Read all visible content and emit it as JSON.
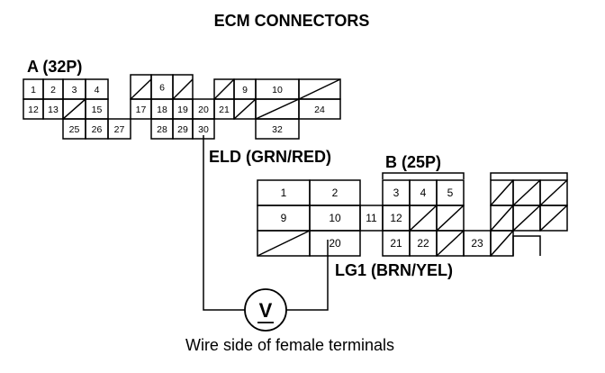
{
  "title": "ECM CONNECTORS",
  "connector_a": {
    "label": "A (32P)",
    "pins": [
      "1",
      "2",
      "3",
      "4",
      "6",
      "9",
      "10",
      "12",
      "13",
      "15",
      "17",
      "18",
      "19",
      "20",
      "21",
      "24",
      "25",
      "26",
      "27",
      "28",
      "29",
      "30",
      "32"
    ]
  },
  "connector_b": {
    "label": "B (25P)",
    "pins": [
      "1",
      "2",
      "3",
      "4",
      "5",
      "9",
      "10",
      "11",
      "12",
      "20",
      "21",
      "22",
      "23"
    ]
  },
  "wire_eld": "ELD (GRN/RED)",
  "wire_lg1": "LG1 (BRN/YEL)",
  "meter_symbol": "V",
  "caption": "Wire side of female terminals"
}
